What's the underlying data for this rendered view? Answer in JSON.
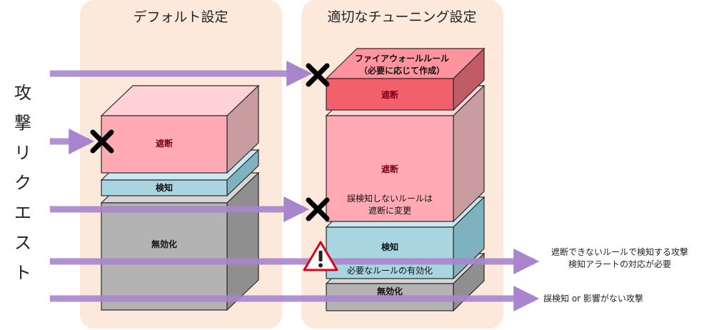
{
  "panels": {
    "default_title": "デフォルト設定",
    "tuned_title": "適切なチューニング設定"
  },
  "side_label": [
    "攻",
    "撃",
    "リ",
    "ク",
    "エ",
    "ス",
    "ト"
  ],
  "left_stack": {
    "block_label": "遮断",
    "detect_label": "検知",
    "disabled_label": "無効化"
  },
  "right_stack": {
    "firewall_line1": "ファイアウォールルール",
    "firewall_line2": "（必要に応じて作成）",
    "firewall_block": "遮断",
    "block_label": "遮断",
    "block_note_line1": "誤検知しないルールは",
    "block_note_line2": "遮断に変更",
    "detect_label": "検知",
    "detect_note": "必要なルールの有効化",
    "disabled_label": "無効化"
  },
  "annotations": {
    "detect_alert_line1": "遮断できないルールで検知する攻撃",
    "detect_alert_line2": "検知アラートの対応が必要",
    "pass_through": "誤検知 or 影響がない攻撃"
  },
  "colors": {
    "panel_bg": "#fde9dc",
    "arrow": "#a885cc",
    "block_front": "#ffaab4",
    "fw_front": "#f2606b",
    "detect_front": "#a8d5e0",
    "disabled_front": "#b3b3b3",
    "alert_red": "#d9001b"
  }
}
